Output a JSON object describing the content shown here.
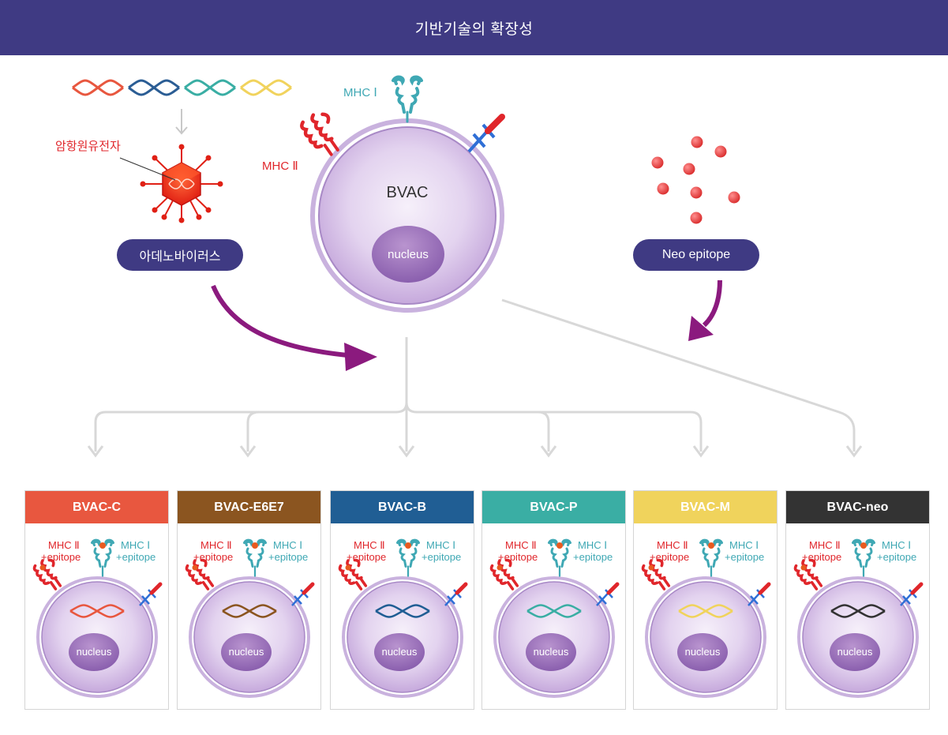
{
  "header": {
    "title": "기반기술의 확장성"
  },
  "top": {
    "dna_colors": [
      "#e8573f",
      "#2b5d94",
      "#3aaea4",
      "#f1d35d"
    ],
    "oncogene_label": "암항원유전자",
    "adenovirus_label": "아데노바이러스",
    "mhc1_label": "MHC Ⅰ",
    "mhc2_label": "MHC Ⅱ",
    "cell_label": "BVAC",
    "nucleus_label": "nucleus",
    "neo_label": "Neo epitope"
  },
  "colors": {
    "primary": "#3f3a83",
    "arrow": "#8b1a7e",
    "mhc2": "#e0262b",
    "mhc1": "#3fa8b4",
    "receptor": "#2f6fd6",
    "connector": "#d8d8d8"
  },
  "cards": [
    {
      "title": "BVAC-C",
      "color": "#e8573f",
      "dna_color": "#e8573f",
      "mhc2_label": "MHC Ⅱ",
      "mhc2_sub": "+epitope",
      "mhc1_label": "MHC Ⅰ",
      "mhc1_sub": "+epitope",
      "nucleus_label": "nucleus"
    },
    {
      "title": "BVAC-E6E7",
      "color": "#8b5520",
      "dna_color": "#8b5520",
      "mhc2_label": "MHC Ⅱ",
      "mhc2_sub": "+epitope",
      "mhc1_label": "MHC Ⅰ",
      "mhc1_sub": "+epitope",
      "nucleus_label": "nucleus"
    },
    {
      "title": "BVAC-B",
      "color": "#205e94",
      "dna_color": "#205e94",
      "mhc2_label": "MHC Ⅱ",
      "mhc2_sub": "+epitope",
      "mhc1_label": "MHC Ⅰ",
      "mhc1_sub": "+epitope",
      "nucleus_label": "nucleus"
    },
    {
      "title": "BVAC-P",
      "color": "#3aaea4",
      "dna_color": "#3aaea4",
      "mhc2_label": "MHC Ⅱ",
      "mhc2_sub": "+epitope",
      "mhc1_label": "MHC Ⅰ",
      "mhc1_sub": "+epitope",
      "nucleus_label": "nucleus"
    },
    {
      "title": "BVAC-M",
      "color": "#f0d35c",
      "dna_color": "#f0d35c",
      "mhc2_label": "MHC Ⅱ",
      "mhc2_sub": "+epitope",
      "mhc1_label": "MHC Ⅰ",
      "mhc1_sub": "+epitope",
      "nucleus_label": "nucleus"
    },
    {
      "title": "BVAC-neo",
      "color": "#333333",
      "dna_color": "#333333",
      "mhc2_label": "MHC Ⅱ",
      "mhc2_sub": "+epitope",
      "mhc1_label": "MHC Ⅰ",
      "mhc1_sub": "+epitope",
      "nucleus_label": "nucleus"
    }
  ]
}
